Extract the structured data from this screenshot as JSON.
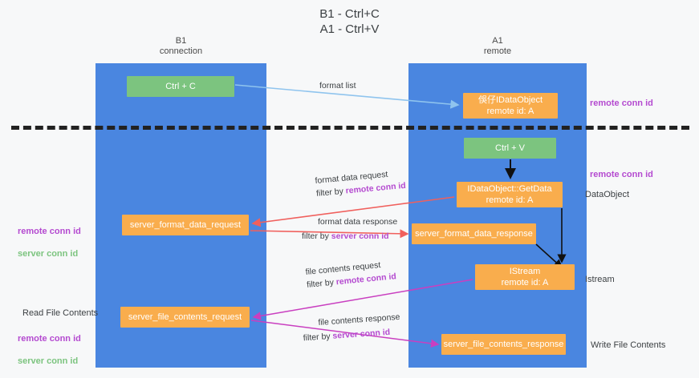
{
  "diagram": {
    "title": "B1 - Ctrl+C\nA1 - Ctrl+V",
    "lanes": [
      {
        "id": "b1",
        "heading": "B1\nconnection"
      },
      {
        "id": "a1",
        "heading": "A1\nremote"
      }
    ],
    "nodes": {
      "ctrl_c": {
        "line1": "Ctrl + C",
        "line2": "",
        "color": "#7cc47f"
      },
      "idataobject": {
        "line1": "俁仔IDataObject",
        "line2": "remote id: A",
        "color": "#f9ad4d"
      },
      "ctrl_v": {
        "line1": "Ctrl + V",
        "line2": "",
        "color": "#7cc47f"
      },
      "getdata": {
        "line1": "IDataObject::GetData",
        "line2": "remote id: A",
        "color": "#f9ad4d"
      },
      "format_data_request": {
        "line1": "server_format_data_request",
        "line2": "",
        "color": "#f9ad4d"
      },
      "format_data_response": {
        "line1": "server_format_data_response",
        "line2": "",
        "color": "#f9ad4d"
      },
      "istream": {
        "line1": "IStream",
        "line2": "remote id: A",
        "color": "#f9ad4d"
      },
      "file_contents_request": {
        "line1": "server_file_contents_request",
        "line2": "",
        "color": "#f9ad4d"
      },
      "file_contents_response": {
        "line1": "server_file_contents_response",
        "line2": "",
        "color": "#f9ad4d"
      }
    },
    "edge_labels": {
      "format_list": "format list",
      "format_data_request": {
        "line1": "format data request",
        "prefix": "filter by ",
        "key": "remote conn id"
      },
      "format_data_response": {
        "line1": "format data response",
        "prefix": "filter by ",
        "key": "server conn id"
      },
      "file_contents_request": {
        "line1": "file contents request",
        "prefix": "filter by ",
        "key": "remote conn id"
      },
      "file_contents_response": {
        "line1": "file contents response",
        "prefix": "filter by ",
        "key": "server conn id"
      }
    },
    "annotations": {
      "right_remote_conn_1": "remote conn id",
      "right_remote_conn_2": "remote conn id",
      "right_dataobject": "DataObject",
      "right_istream": "Istream",
      "right_write_file": "Write File Contents",
      "left_remote_conn": "remote conn id",
      "left_server_conn": "server conn id",
      "left_read_file": "Read File Contents",
      "left_remote_conn_2": "remote conn id",
      "left_server_conn_2": "server conn id"
    },
    "colors": {
      "lane": "#4a86e0",
      "green_node": "#7cc47f",
      "orange_node": "#f9ad4d",
      "purple_text": "#b44ad0",
      "green_text": "#7cc47f",
      "red_arrow": "#f0605d",
      "magenta_arrow": "#c93fc0",
      "blue_arrow": "#8fc4ee",
      "black_arrow": "#111111",
      "background": "#f7f8f9"
    }
  }
}
